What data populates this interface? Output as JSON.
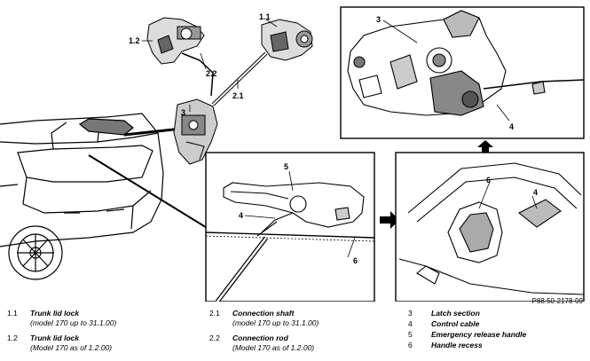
{
  "figure_ref": "P88.50-2178-09",
  "callouts": {
    "c1_1": "1.1",
    "c1_2": "1.2",
    "c2_1": "2.1",
    "c2_2": "2.2",
    "c3_main": "3",
    "c3_latch": "3",
    "c4_latch": "4",
    "c4_mid": "4",
    "c4_right": "4",
    "c5": "5",
    "c6_mid": "6",
    "c6_right": "6"
  },
  "legend": [
    {
      "num": "1.1",
      "title": "Trunk lid lock",
      "sub": "(model 170 up to 31.1.00)"
    },
    {
      "num": "1.2",
      "title": "Trunk lid lock",
      "sub": "(Model 170 as of 1.2.00)"
    },
    {
      "num": "2.1",
      "title": "Connection shaft",
      "sub": "(model 170 up to 31.1.00)"
    },
    {
      "num": "2.2",
      "title": "Connection rod",
      "sub": "(Model 170 as of 1.2.00)"
    },
    {
      "num": "3",
      "title": "Latch section",
      "sub": ""
    },
    {
      "num": "4",
      "title": "Control cable",
      "sub": ""
    },
    {
      "num": "5",
      "title": "Emergency release handle",
      "sub": ""
    },
    {
      "num": "6",
      "title": "Handle recess",
      "sub": ""
    }
  ]
}
